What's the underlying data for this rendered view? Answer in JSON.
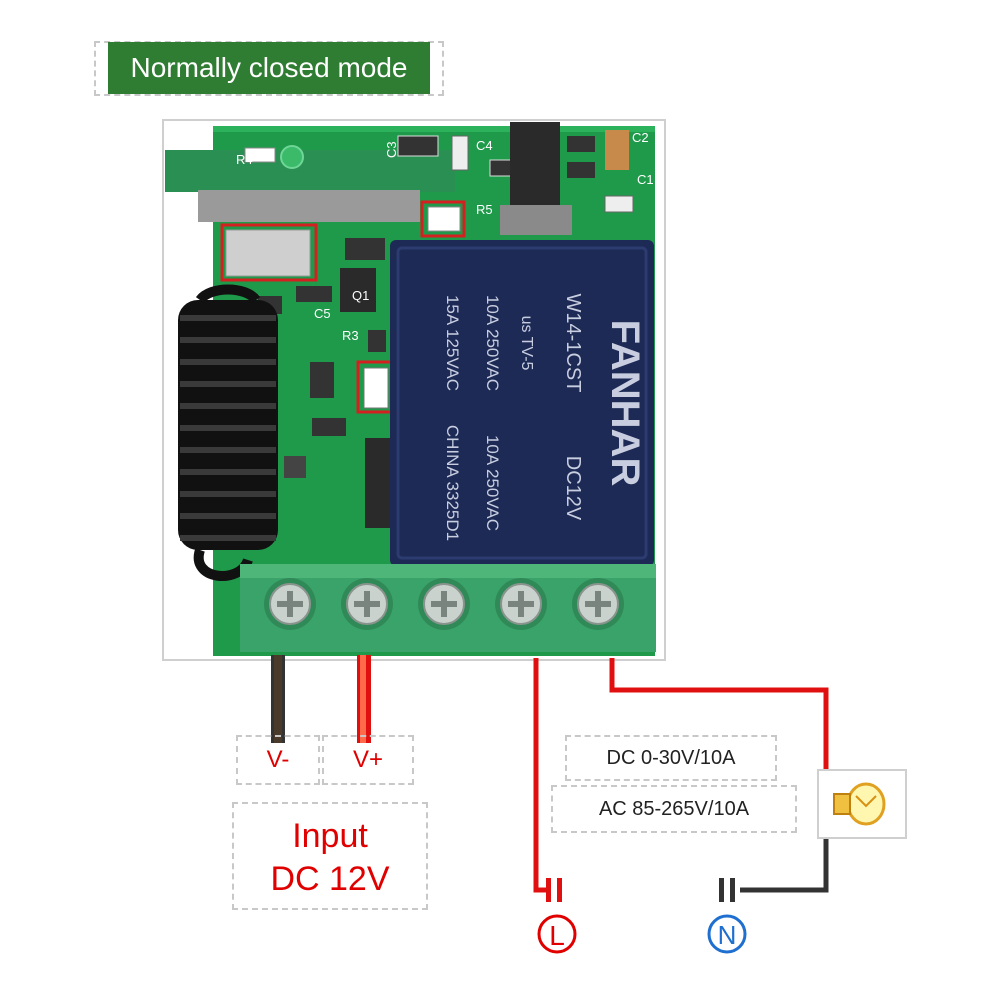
{
  "header": {
    "mode_label": "Normally closed mode"
  },
  "board": {
    "components": {
      "r4": "R4",
      "c3": "C3",
      "c4": "C4",
      "c2": "C2",
      "c1": "C1",
      "r5": "R5",
      "r3": "R3",
      "q1": "Q1",
      "c5": "C5"
    },
    "relay": {
      "brand": "FANHAR",
      "model": "W14-1CST",
      "coil": "DC12V",
      "rating_1": "10A 250VAC",
      "rating_2": "10A 250VAC",
      "rating_3": "15A 125VAC",
      "origin": "CHINA 3325D1",
      "cert": "us TV-5"
    },
    "terminal_count": 5
  },
  "labels": {
    "v_minus": "V-",
    "v_plus": "V+",
    "input_line1": "Input",
    "input_line2": "DC 12V",
    "dc_range": "DC 0-30V/10A",
    "ac_range": "AC 85-265V/10A",
    "line_symbol": "L",
    "neutral_symbol": "N"
  },
  "colors": {
    "wire_red": "#e01010",
    "wire_dark": "#333333",
    "pcb_green": "#1e9a4a",
    "terminal_green": "#3aa36a",
    "relay_navy": "#1d2a55",
    "line_red": "#e00000",
    "neutral_blue": "#1e6fd0",
    "highlight": "#d42020",
    "badge_green": "#2f7d32"
  }
}
